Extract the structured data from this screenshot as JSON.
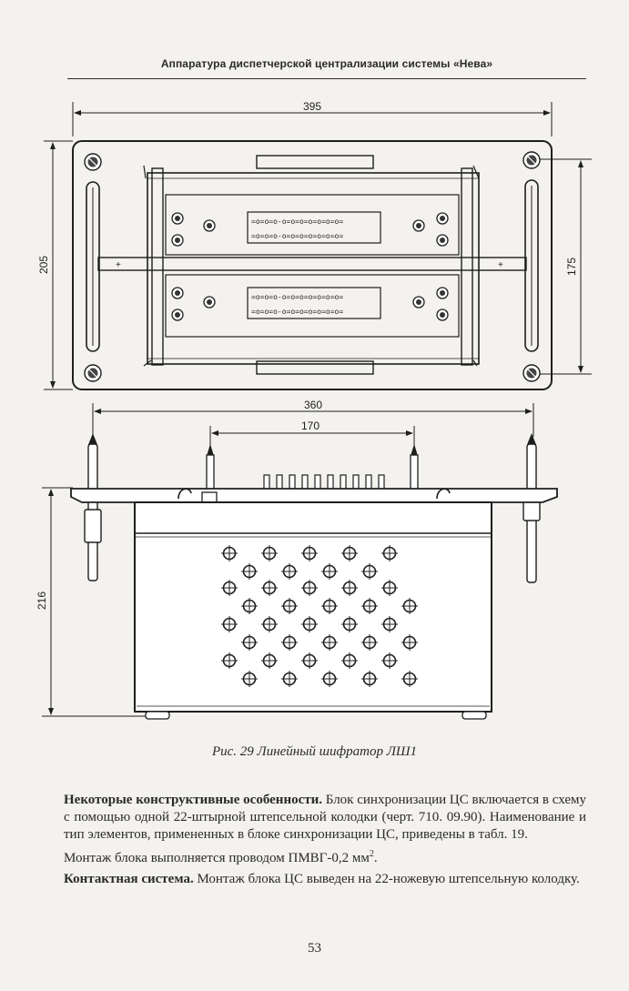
{
  "header": {
    "title": "Аппаратура диспетчерской централизации системы «Нева»"
  },
  "figure": {
    "dimensions": {
      "top_width": "395",
      "top_height": "205",
      "top_inner_height": "175",
      "side_width": "360",
      "side_inner_width": "170",
      "side_height": "216"
    },
    "caption": "Рис. 29 Линейный шифратор ЛШ1"
  },
  "body": {
    "p1_lead": "Некоторые конструктивные особенности.",
    "p1_text": " Блок синхронизации ЦС включается в схему с помощью одной 22-штырной штепсельной колодки (черт. 710. 09.90). Наименование и тип элементов, примененных в блоке синхронизации ЦС, приведены в табл. 19.",
    "p2_text": "Монтаж блока выполняется проводом ПМВГ-0,2 мм",
    "p2_sup": "2",
    "p2_end": ".",
    "p3_lead": "Контактная система.",
    "p3_text": " Монтаж блока ЦС выведен на 22-ножевую штепсельную колодку."
  },
  "page_number": "53"
}
